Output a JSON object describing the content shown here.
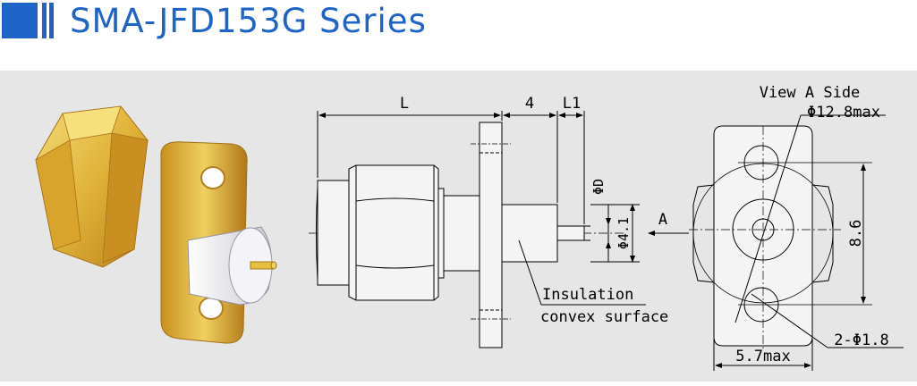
{
  "header": {
    "title": "SMA-JFD153G Series",
    "accent_color": "#1e64c8"
  },
  "photo": {
    "icon": "connector-render-icon"
  },
  "side_view": {
    "dim_L": "L",
    "dim_4": "4",
    "dim_L1": "L1",
    "dim_D": "ΦD",
    "dim_41": "Φ4.1",
    "arrow_A": "A",
    "note_line1": "Insulation",
    "note_line2": "convex surface"
  },
  "end_view": {
    "title": "View A Side",
    "dim_128": "Φ12.8max",
    "dim_86": "8.6",
    "dim_holes": "2-Φ1.8",
    "dim_57": "5.7max"
  }
}
